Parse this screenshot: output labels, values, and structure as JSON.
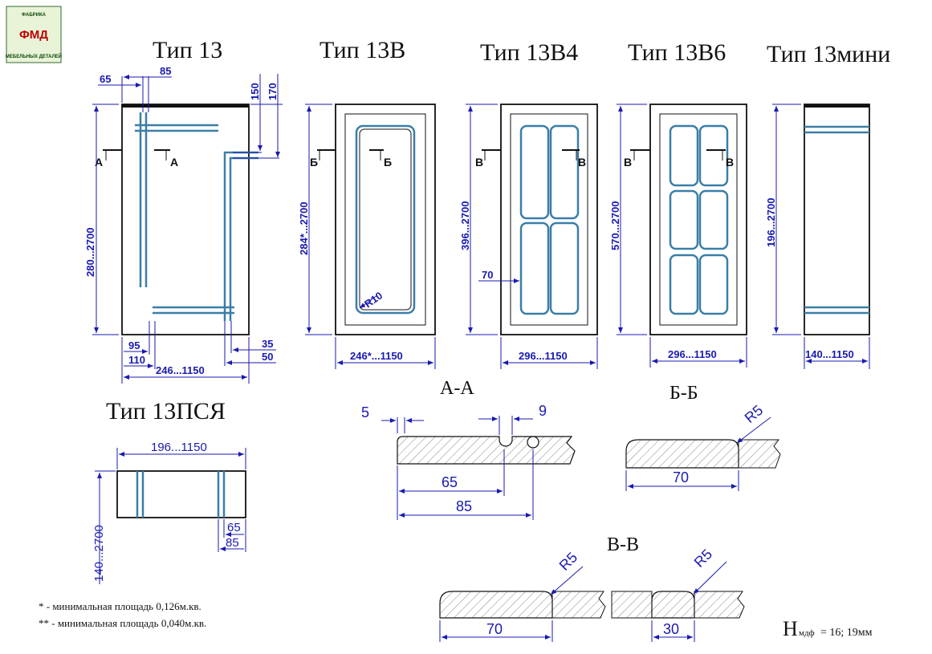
{
  "logo": {
    "top": "ФАБРИКА",
    "main": "ФМД",
    "bottom": "МЕБЕЛЬНЫХ ДЕТАЛЕЙ"
  },
  "types": {
    "t13": "Тип 13",
    "t13v": "Тип 13В",
    "t13v4": "Тип 13В4",
    "t13v6": "Тип 13В6",
    "t13mini": "Тип 13мини",
    "t13psya": "Тип 13ПСЯ"
  },
  "dims": {
    "t13_w": "246...1150",
    "t13_h": "280...2700",
    "t13_65": "65",
    "t13_85": "85",
    "t13_150": "150",
    "t13_170": "170",
    "t13_95": "95",
    "t13_110": "110",
    "t13_35": "35",
    "t13_50": "50",
    "t13v_w": "246*...1150",
    "t13v_h": "284*...2700",
    "t13v_r": "R10",
    "t13v4_w": "296...1150",
    "t13v4_h": "396...2700",
    "t13v4_70": "70",
    "t13v6_w": "296...1150",
    "t13v6_h": "570...2700",
    "mini_w": "140...1150",
    "mini_h": "196...2700",
    "psya_w": "196...1150",
    "psya_h": "140...2700",
    "psya_65": "65",
    "psya_85": "85"
  },
  "cuts": {
    "a": "А",
    "b": "Б",
    "v": "В"
  },
  "sections": {
    "aa": {
      "title": "А-А",
      "d5": "5",
      "d9": "9",
      "d65": "65",
      "d85": "85"
    },
    "bb": {
      "title": "Б-Б",
      "r": "R5",
      "d70": "70"
    },
    "vv": {
      "title": "В-В",
      "r1": "R5",
      "r2": "R5",
      "d70": "70",
      "d30": "30"
    }
  },
  "notes": {
    "n1": "* - минимальная площадь 0,126м.кв.",
    "n2": "** - минимальная площадь 0,040м.кв."
  },
  "thickness": {
    "h": "H",
    "sub": "мдф",
    "rest": " = 16; 19мм"
  }
}
